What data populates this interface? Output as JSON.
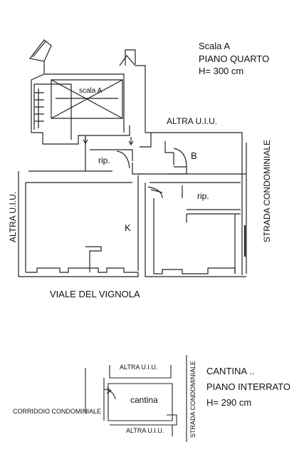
{
  "header": {
    "stair": "Scala A",
    "floor": "PIANO QUARTO",
    "height": "H= 300 cm"
  },
  "upper_plan": {
    "stair_label": "scala A",
    "altra_top": "ALTRA U.I.U.",
    "altra_left": "ALTRA U.I.U.",
    "strada": "STRADA CONDOMINIALE",
    "viale": "VIALE DEL VIGNOLA",
    "rooms": {
      "rip_1": "rip.",
      "bath": "B",
      "rip_2": "rip.",
      "kitchen": "K"
    }
  },
  "cellar_plan": {
    "title": "CANTINA ..",
    "floor": "PIANO INTERRATO",
    "height": "H= 290 cm",
    "altra_top": "ALTRA U.I.U.",
    "altra_bottom": "ALTRA U.I.U.",
    "corridoio": "CORRIDOIO CONDOMINIALE",
    "strada": "STRADA CONDOMINIALE",
    "room": "cantina"
  }
}
